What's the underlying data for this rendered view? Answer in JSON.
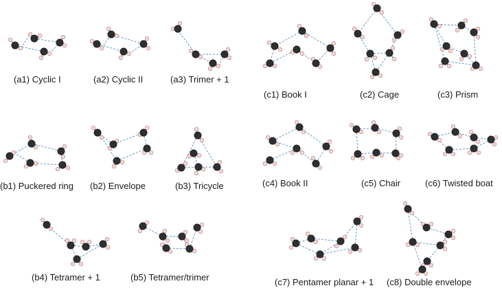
{
  "captions": {
    "a1": "(a1) Cyclic I",
    "a2": "(a2) Cyclic II",
    "a3": "(a3) Trimer + 1",
    "b1": "(b1) Puckered ring",
    "b2": "(b2) Envelope",
    "b3": "(b3) Tricycle",
    "b4": "(b4) Tetramer + 1",
    "b5": "(b5) Tetramer/trimer",
    "c1": "(c1) Book I",
    "c2": "(c2) Cage",
    "c3": "(c3) Prism",
    "c4": "(c4) Book II",
    "c5": "(c5) Chair",
    "c6": "(c6) Twisted boat",
    "c7": "(c7) Pentamer planar + 1",
    "c8": "(c8) Double envelope"
  },
  "colors": {
    "oxygen": "#2f2f2f",
    "hydrogen": "#f4dada",
    "hydrogen_bond": "#5b8fc4",
    "covalent_bond": "#9a9a9a"
  }
}
